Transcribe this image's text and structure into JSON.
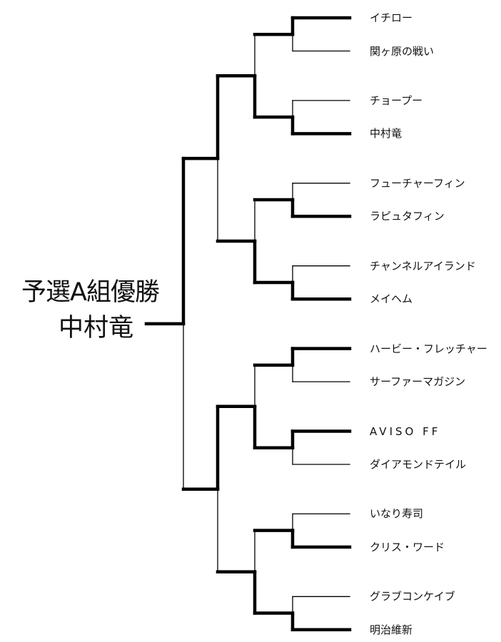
{
  "title": {
    "line1": "予選A組優勝",
    "line2": "中村竜"
  },
  "teams": [
    "イチロー",
    "関ヶ原の戦い",
    "チョープー",
    "中村竜",
    "フューチャーフィン",
    "ラピュタフィン",
    "チャンネルアイランド",
    "メイヘム",
    "ハービー・フレッチャー",
    "サーファーマガジン",
    "AVISO FF",
    "ダイアモンドテイル",
    "いなり寿司",
    "クリス・ワード",
    "グラブコンケイブ",
    "明治維新"
  ],
  "winners_by_round": [
    [
      0,
      1,
      1,
      1,
      0,
      0,
      1,
      1
    ],
    [
      1,
      1,
      1,
      1
    ],
    [
      0,
      0
    ],
    [
      0
    ]
  ],
  "champion": "中村竜",
  "colors": {
    "line": "#000000",
    "background": "#ffffff"
  }
}
